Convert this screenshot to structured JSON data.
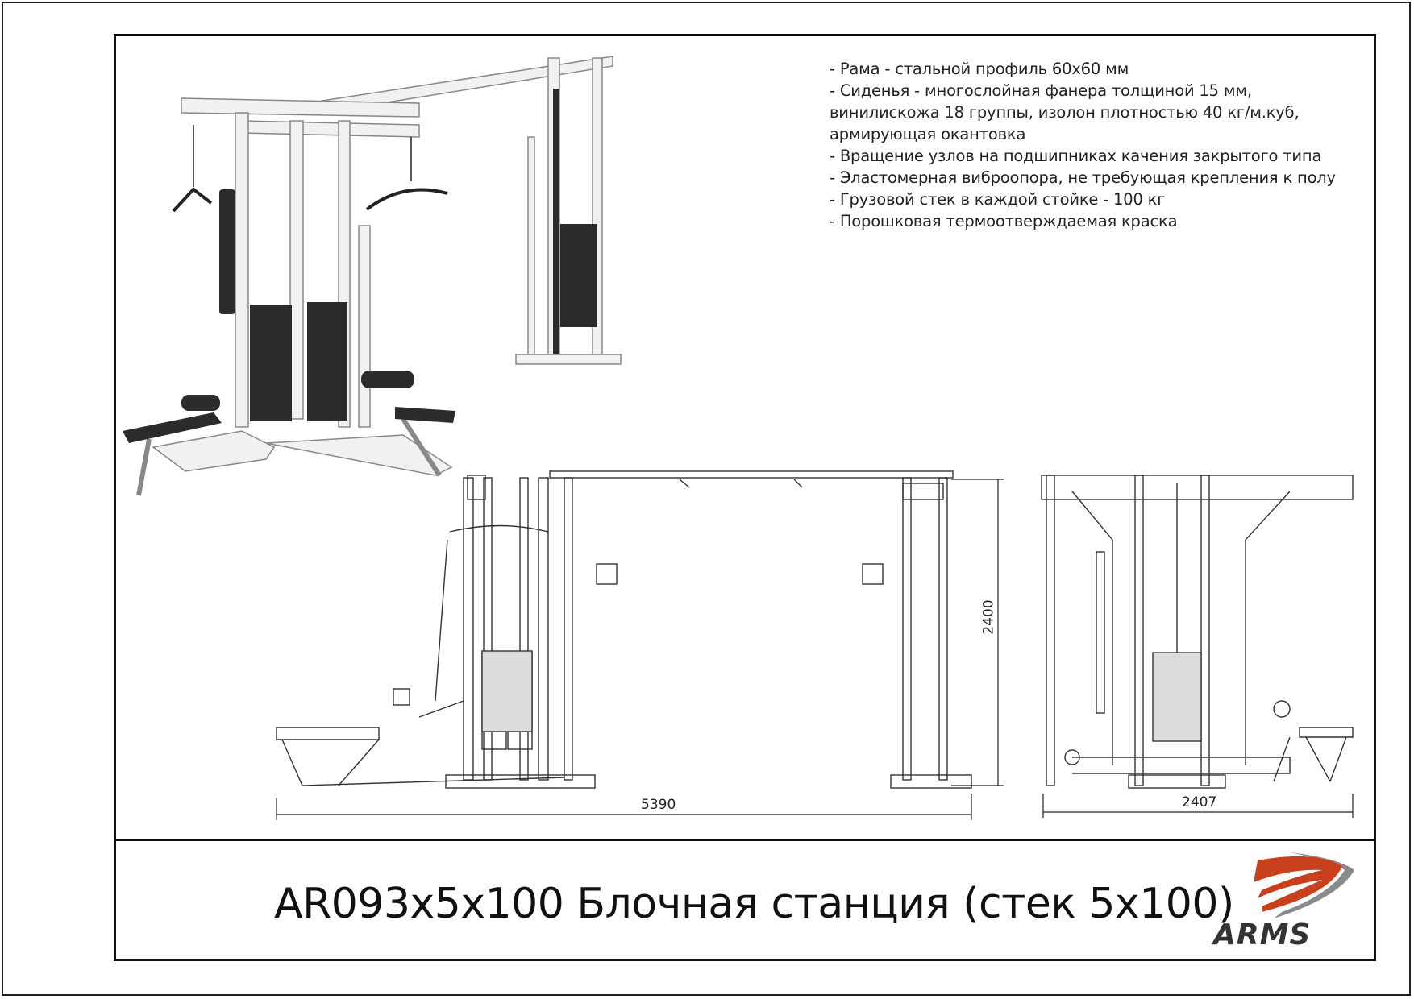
{
  "specs": [
    "- Рама - стальной профиль 60x60 мм",
    "- Сиденья - многослойная фанера толщиной 15 мм,",
    "винилискожа 18 группы, изолон плотностью 40 кг/м.куб,",
    "армирующая окантовка",
    "- Вращение узлов на подшипниках качения закрытого типа",
    "- Эластомерная виброопора, не требующая крепления к полу",
    "- Грузовой стек в каждой стойке - 100 кг",
    "- Порошковая термоотверждаемая краска"
  ],
  "dimensions": {
    "width": "5390",
    "height": "2400",
    "depth": "2407"
  },
  "title": "AR093x5x100 Блочная станция (стек 5x100)",
  "logo": {
    "text": "ARMS",
    "colors": {
      "primary": "#c8401c",
      "secondary": "#8a8a8a",
      "text": "#333333"
    }
  }
}
